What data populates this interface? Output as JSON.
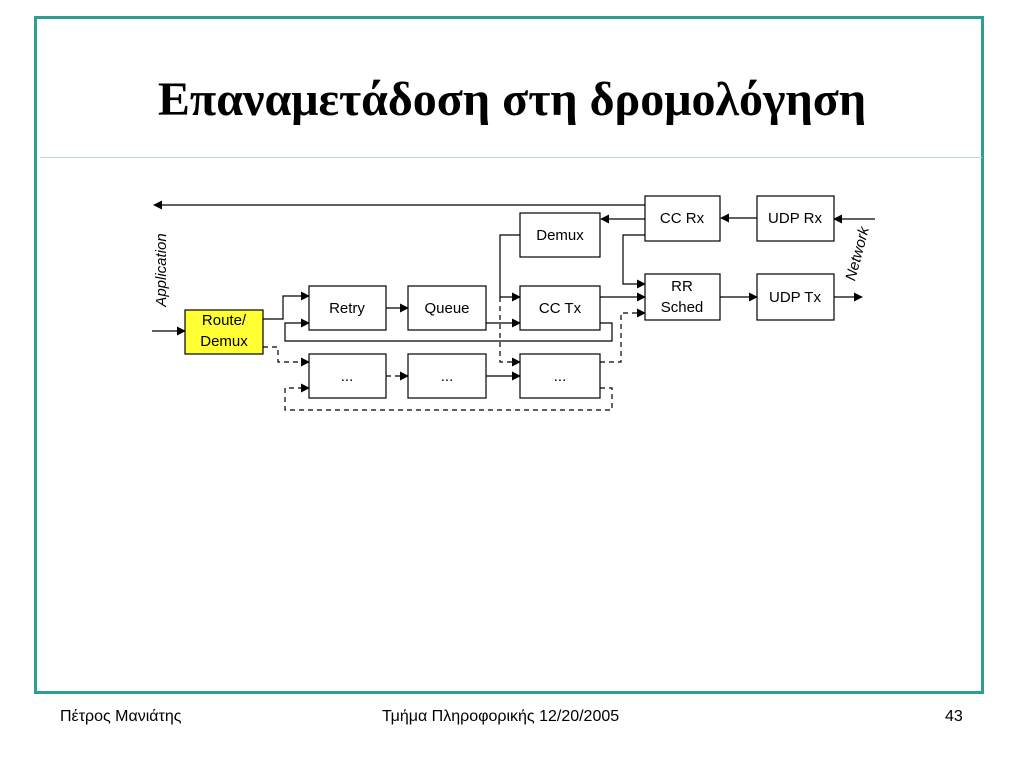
{
  "slide": {
    "title": "Επαναμετάδοση στη δρομολόγηση"
  },
  "diagram": {
    "left_label": "Application",
    "right_label": "Network",
    "boxes": {
      "route_demux": [
        "Route/",
        "Demux"
      ],
      "retry": "Retry",
      "queue": "Queue",
      "cc_tx": "CC Tx",
      "demux": "Demux",
      "cc_rx": "CC Rx",
      "udp_rx": "UDP Rx",
      "rr_sched": [
        "RR",
        "Sched"
      ],
      "udp_tx": "UDP Tx",
      "ellipsis_1": "...",
      "ellipsis_2": "...",
      "ellipsis_3": "..."
    },
    "colors": {
      "route_demux_fill": "#ffff33",
      "frame": "#2e9e94"
    }
  },
  "footer": {
    "author": "Πέτρος Μανιάτης",
    "department_date": "Τμήμα Πληροφορικής 12/20/2005",
    "page_number": "43"
  }
}
